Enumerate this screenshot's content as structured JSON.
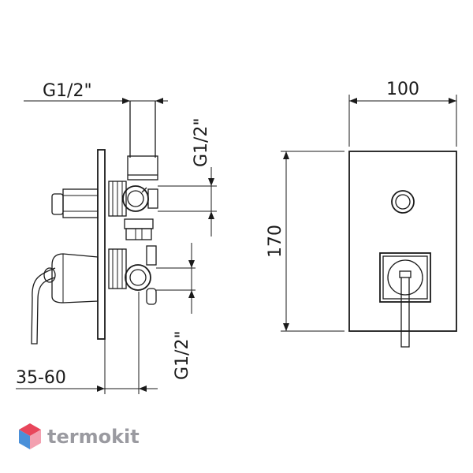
{
  "dimensions": {
    "top_thread_left": "G1/2\"",
    "top_thread_vertical": "G1/2\"",
    "bottom_thread_vertical": "G1/2\"",
    "depth_range": "35-60",
    "plate_width": "100",
    "plate_height": "170"
  },
  "logo": {
    "text": "termokit",
    "colors": {
      "top": "#e8465b",
      "left": "#4a90d9",
      "right": "#f3a0b0"
    }
  }
}
